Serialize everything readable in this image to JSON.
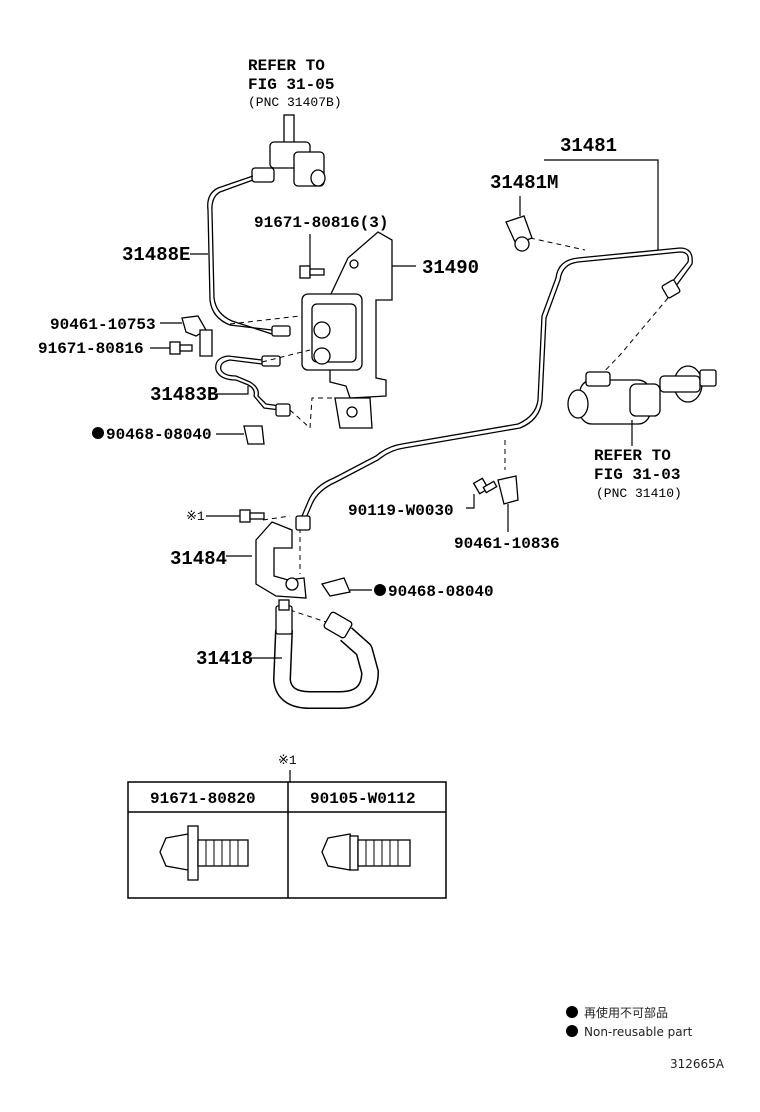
{
  "refer_top": {
    "line1": "REFER TO",
    "line2": "FIG 31-05",
    "line3": "(PNC 31407B)"
  },
  "refer_right": {
    "line1": "REFER TO",
    "line2": "FIG 31-03",
    "line3": "(PNC 31410)"
  },
  "callouts": {
    "p31481": "31481",
    "p31481M": "31481M",
    "p31488E": "31488E",
    "p91671_3": "91671-80816(3)",
    "p31490": "31490",
    "p90461_10753": "90461-10753",
    "p91671_80816": "91671-80816",
    "p31483B": "31483B",
    "p90468_a": "90468-08040",
    "p90119": "90119-W0030",
    "p90461_10836": "90461-10836",
    "p31484": "31484",
    "p90468_b": "90468-08040",
    "p31418": "31418",
    "note_mark": "※1"
  },
  "table": {
    "marker": "※1",
    "col1": "91671-80820",
    "col2": "90105-W0112"
  },
  "legend": {
    "line1": "再使用不可部品",
    "line2": "Non-reusable part"
  },
  "diagram_id": "312665A"
}
